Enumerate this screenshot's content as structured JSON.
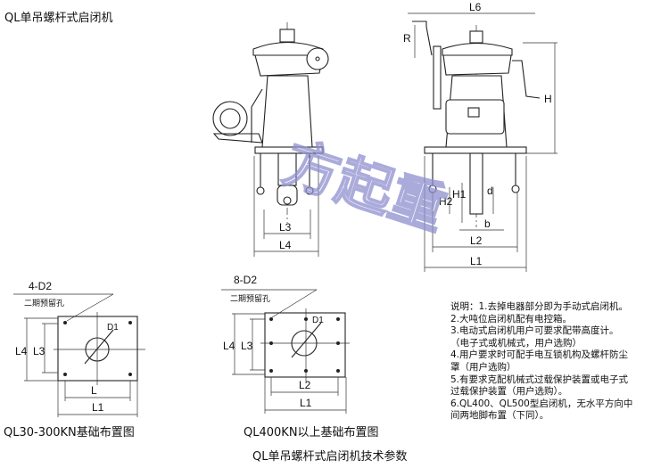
{
  "title": "QL单吊螺杆式启闭机",
  "elevation_labels": {
    "L6": "L6",
    "R": "R",
    "H": "H",
    "H1": "H1",
    "H2": "H2",
    "d": "d",
    "b": "b",
    "L1": "L1",
    "L2": "L2",
    "L3": "L3",
    "L4": "L4"
  },
  "plan_small": {
    "holes": "4-D2",
    "reserved": "二期预留孔",
    "D1": "D1",
    "L": "L",
    "L1": "L1",
    "L3": "L3",
    "L4": "L4",
    "caption": "QL30-300KN基础布置图"
  },
  "plan_large": {
    "holes": "8-D2",
    "reserved": "二期预留孔",
    "D1": "D1",
    "L1": "L1",
    "L2": "L2",
    "L3": "L3",
    "L4": "L4",
    "caption": "QL400KN以上基础布置图"
  },
  "notes": [
    "说明：1.去掉电器部分即为手动式启闭机。",
    "2.大吨位启闭机配有电控箱。",
    "3.电动式启闭机用户可要求配带高度计。",
    "（电子式或机械式，用户选购）",
    "4.用户要求时可配手电互锁机构及螺杆防尘",
    "罩（用户选购）",
    "5.有要求克配机械式过载保护装置或电子式",
    "过载保护装置（用户选购）。",
    "6.QL400、QL500型启闭机，无水平方向中",
    "间两地脚布置（下同）。"
  ],
  "footer_title": "QL单吊螺杆式启闭机技术参数",
  "watermark": "方起重"
}
